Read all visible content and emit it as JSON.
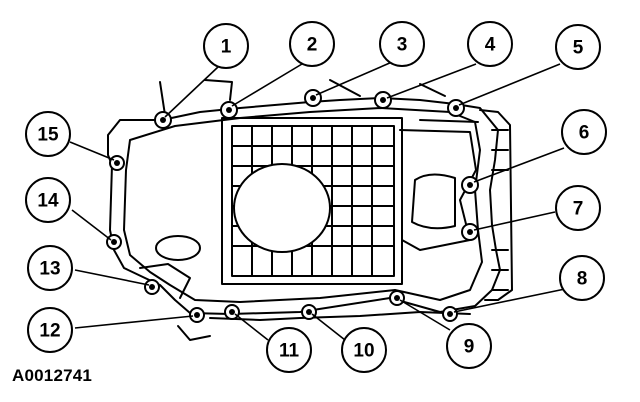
{
  "figure_id": "A0012741",
  "callouts": [
    "1",
    "2",
    "3",
    "4",
    "5",
    "6",
    "7",
    "8",
    "9",
    "10",
    "11",
    "12",
    "13",
    "14",
    "15"
  ],
  "line_color": "#000000",
  "background": "#ffffff"
}
